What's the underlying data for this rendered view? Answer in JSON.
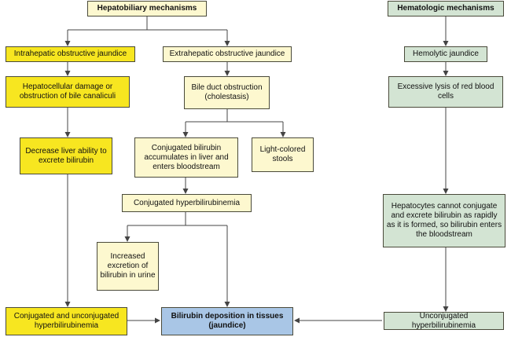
{
  "nodes": {
    "hepatobiliary": "Hepatobiliary mechanisms",
    "hematologic": "Hematologic mechanisms",
    "intrahepatic": "Intrahepatic obstructive jaundice",
    "extrahepatic": "Extrahepatic obstructive jaundice",
    "hemolytic": "Hemolytic jaundice",
    "hepatocellular": "Hepatocellular damage or obstruction of bile canaliculi",
    "bile_duct": "Bile duct obstruction (cholestasis)",
    "excessive_lysis": "Excessive lysis of red blood cells",
    "decrease_liver": "Decrease liver ability to excrete bilirubin",
    "conj_accumulates": "Conjugated bilirubin accumulates in liver and enters bloodstream",
    "light_stools": "Light-colored stools",
    "conj_hyper": "Conjugated hyperbilirubinemia",
    "hepatocytes_cannot": "Hepatocytes cannot conjugate and excrete bilirubin as rapidly as it is formed, so bilirubin enters the bloodstream",
    "increased_excretion": "Increased excretion of bilirubin in urine",
    "conj_unconj": "Conjugated and unconjugated hyperbilirubinemia",
    "deposition": "Bilirubin deposition in tissues (jaundice)",
    "unconj_hyper": "Unconjugated hyperbilirubinemia"
  }
}
